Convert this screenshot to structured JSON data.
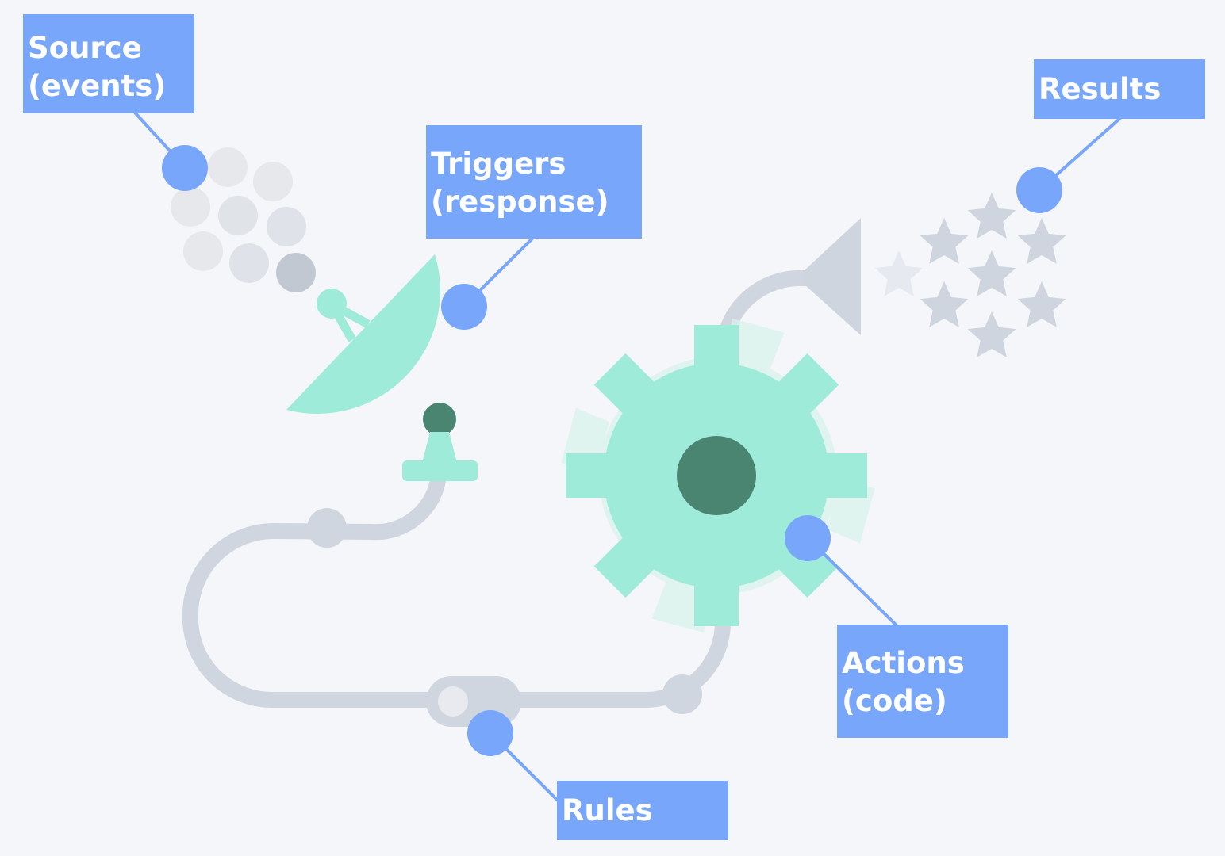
{
  "labels": {
    "source": {
      "line1": "Source",
      "line2": "(events)"
    },
    "triggers": {
      "line1": "Triggers",
      "line2": "(response)"
    },
    "results": {
      "line1": "Results"
    },
    "actions": {
      "line1": "Actions",
      "line2": "(code)"
    },
    "rules": {
      "line1": "Rules"
    }
  },
  "colors": {
    "background": "#f4f6fa",
    "label_box": "#78a6fa",
    "label_text": "#ffffff",
    "pointer_dot": "#78a6fa",
    "mint": "#9eebd9",
    "mint_pale": "#d9f2ec",
    "dark_green": "#4a8572",
    "gray_track": "#d0d6df",
    "gray_light": "#e6e8ec",
    "gray_mid": "#dfe2e8",
    "gray_dark": "#c2c8d1",
    "star": "#cfd5de",
    "star_pale": "#e6e9ef"
  },
  "icons": {
    "source": "event-dots-icon",
    "triggers": "satellite-dish-icon",
    "rules": "pipe-valve-icon",
    "actions": "gear-icon",
    "results": "stars-icon",
    "funnel": "funnel-nozzle-icon"
  }
}
